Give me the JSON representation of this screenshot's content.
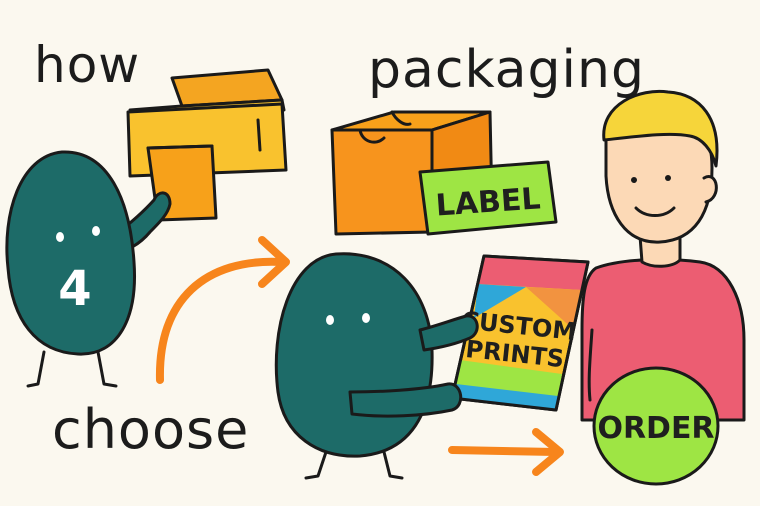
{
  "words": {
    "how": "how",
    "packaging": "packaging",
    "choose": "choose"
  },
  "labels": {
    "box_label": "LABEL",
    "creature_number": "4",
    "prints_line1": "CUSTOM",
    "prints_line2": "PRINTS",
    "order": "ORDER"
  },
  "colors": {
    "background": "#fbf8ef",
    "teal": "#1d6b68",
    "orange": "#f7941d",
    "yellow": "#f9c22e",
    "lime": "#9ee544",
    "pink": "#ec5d72",
    "skin": "#fcd9b6",
    "hair": "#f6d53a"
  },
  "icons": [
    "printer-icon",
    "box-icon",
    "arrow-icon",
    "magazine-icon",
    "person-icon"
  ]
}
